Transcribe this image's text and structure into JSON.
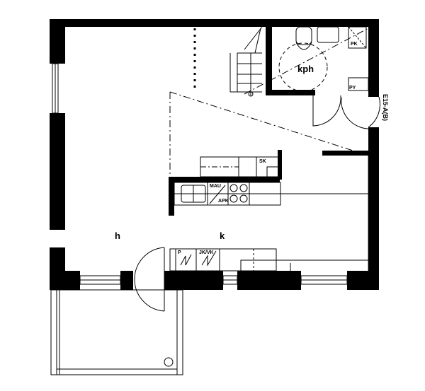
{
  "rooms": {
    "living": "h",
    "kitchen": "k",
    "bathroom": "kph"
  },
  "fixtures": {
    "pk": "PK",
    "py": "PY",
    "sk": "SK",
    "mau": "MAU",
    "apk": "APK",
    "p": "P",
    "jkvk": "JK/VK"
  },
  "entrance_label": "E15-A(B)",
  "colors": {
    "wall": "#000000",
    "background": "#ffffff"
  }
}
